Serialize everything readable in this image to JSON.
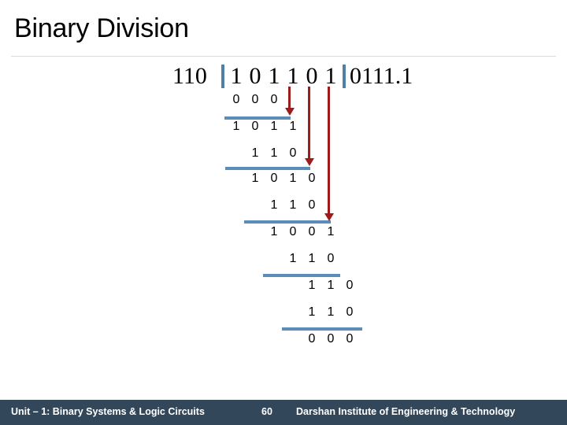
{
  "slide": {
    "title": "Binary Division"
  },
  "problem": {
    "divisor": "110",
    "dividend_digits": [
      "1",
      "0",
      "1",
      "1",
      "0",
      "1"
    ],
    "quotient": "0111.1"
  },
  "steps": [
    {
      "name": "subtract-1",
      "digits": [
        "0",
        "0",
        "0"
      ]
    },
    {
      "name": "remainder-1",
      "digits": [
        "1",
        "0",
        "1",
        "1"
      ]
    },
    {
      "name": "subtract-2",
      "digits": [
        "1",
        "1",
        "0"
      ]
    },
    {
      "name": "remainder-2",
      "digits": [
        "1",
        "0",
        "1",
        "0"
      ]
    },
    {
      "name": "subtract-3",
      "digits": [
        "1",
        "1",
        "0"
      ]
    },
    {
      "name": "remainder-3",
      "digits": [
        "1",
        "0",
        "0",
        "1"
      ]
    },
    {
      "name": "subtract-4",
      "digits": [
        "1",
        "1",
        "0"
      ]
    },
    {
      "name": "remainder-4",
      "digits": [
        "1",
        "1",
        "0"
      ]
    },
    {
      "name": "subtract-5",
      "digits": [
        "1",
        "1",
        "0"
      ]
    },
    {
      "name": "final-remainder",
      "digits": [
        "0",
        "0",
        "0"
      ]
    }
  ],
  "colors": {
    "rule": "#d6dde3",
    "separator_blue": "#4F81A8",
    "underline_blue": "#5B8DB8",
    "arrow_red": "#9E1B1B",
    "footer_bg": "#33475B",
    "text": "#000000"
  },
  "footer": {
    "left": "Unit – 1: Binary Systems & Logic Circuits",
    "page": "60",
    "right": "Darshan Institute of Engineering & Technology"
  }
}
